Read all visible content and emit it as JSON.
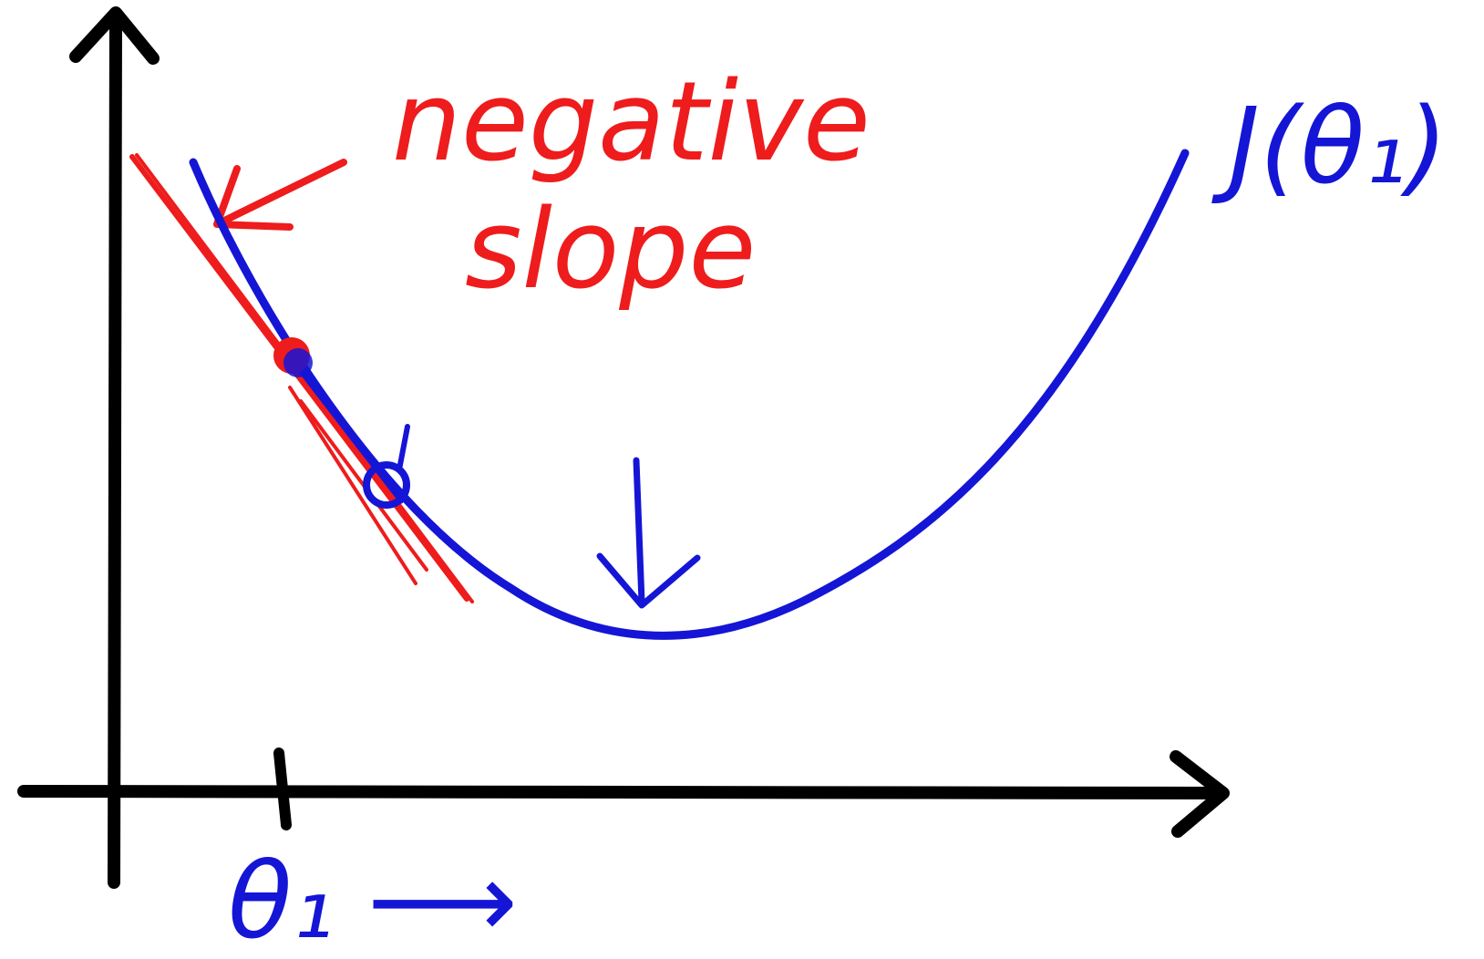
{
  "annotation": {
    "line1": "negative",
    "line2": "slope"
  },
  "curve_label": "J(θ₁)",
  "x_axis_label": "θ₁ ⟶",
  "colors": {
    "axes": "#000000",
    "curve": "#1515d6",
    "annotation": "#ee1c1c"
  }
}
